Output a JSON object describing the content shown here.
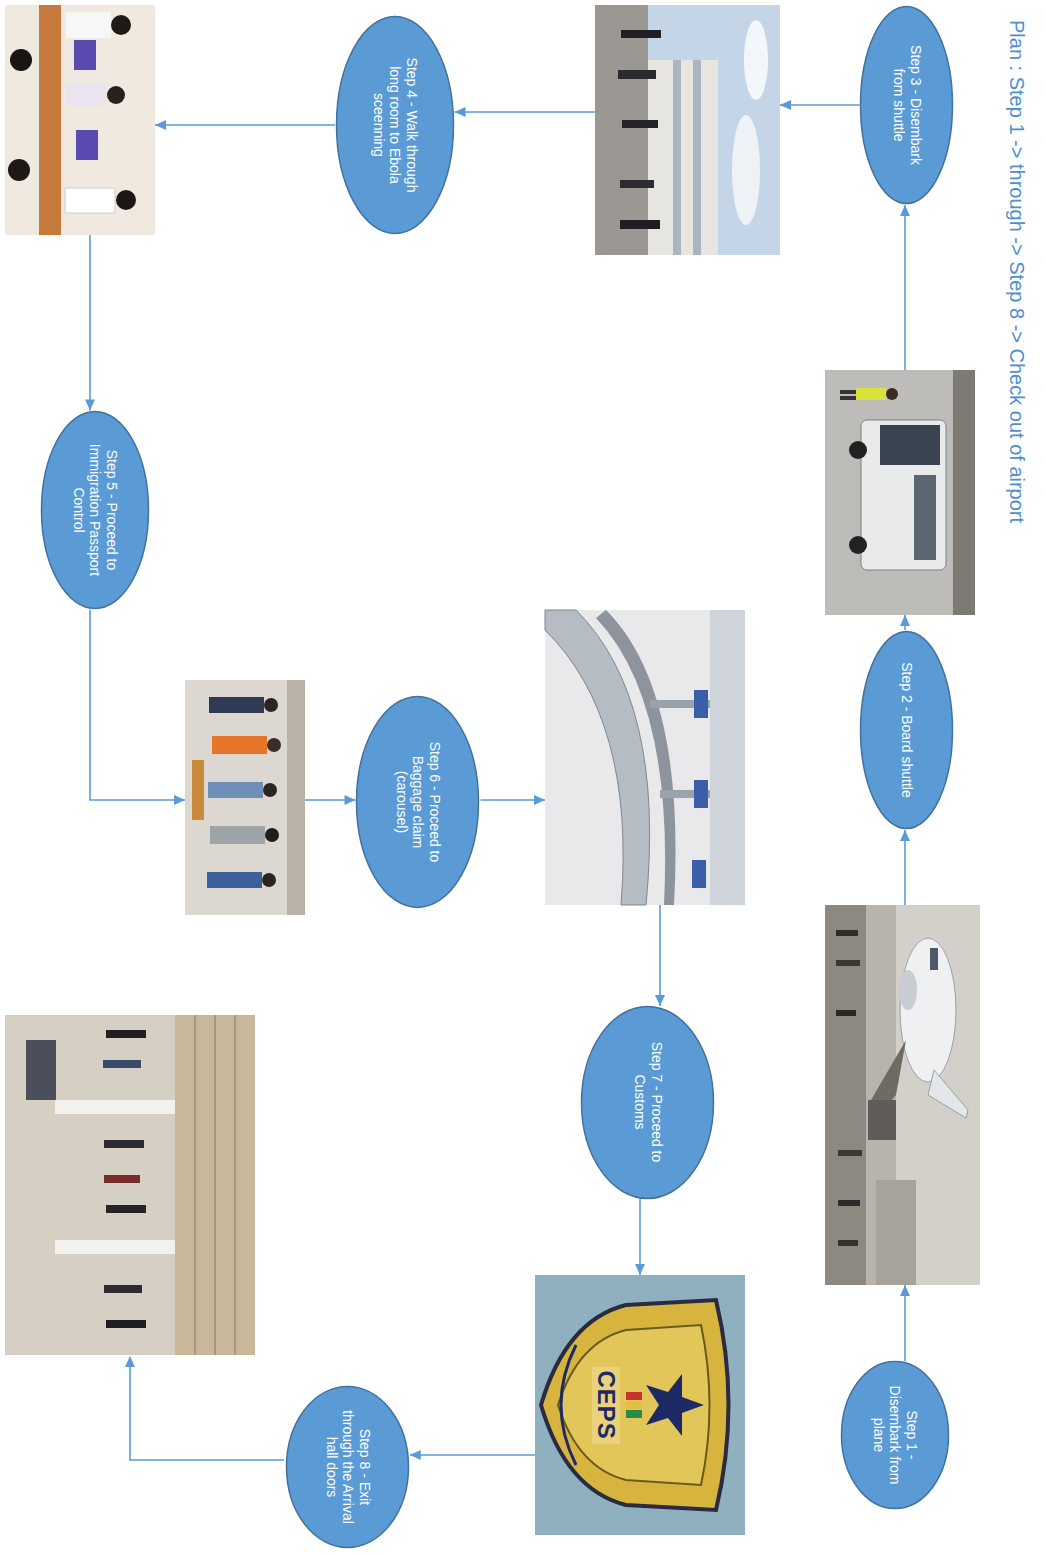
{
  "diagram": {
    "title": "Plan : Step 1 -> through -> Step 8 -> Check out of airport",
    "nodes": [
      {
        "text": [
          "Step 1 - Disembark from plane"
        ]
      },
      {
        "text": [
          "Step 2 - Board shuttle"
        ]
      },
      {
        "text": [
          "Step 3 - Disembark from shuttle"
        ]
      },
      {
        "text": [
          "Step 4 - Walk through long room to Ebola sceenning"
        ]
      },
      {
        "text": [
          "Step 5 - Proceed to Immigration Passport Control"
        ]
      },
      {
        "text": [
          "Step 6 - Proceed to Baggage claim (carousel)"
        ]
      },
      {
        "text": [
          "Step 7 - Proceed to Customs"
        ]
      },
      {
        "text": [
          "Step 8 - Exit through the Arrival hall doors"
        ]
      }
    ],
    "edges": [
      {
        "from": 0,
        "to": 1,
        "arrow": "to"
      },
      {
        "from": 1,
        "to": 2,
        "arrow": "to"
      },
      {
        "from": 2,
        "to": 3,
        "arrow": "to"
      },
      {
        "from": 3,
        "to": 4,
        "arrow": "to"
      },
      {
        "from": 4,
        "to": 5,
        "arrow": "to"
      },
      {
        "from": 5,
        "to": 6,
        "arrow": "to"
      },
      {
        "from": 6,
        "to": 7,
        "arrow": "to"
      }
    ],
    "labels": [
      "CEPS"
    ]
  }
}
